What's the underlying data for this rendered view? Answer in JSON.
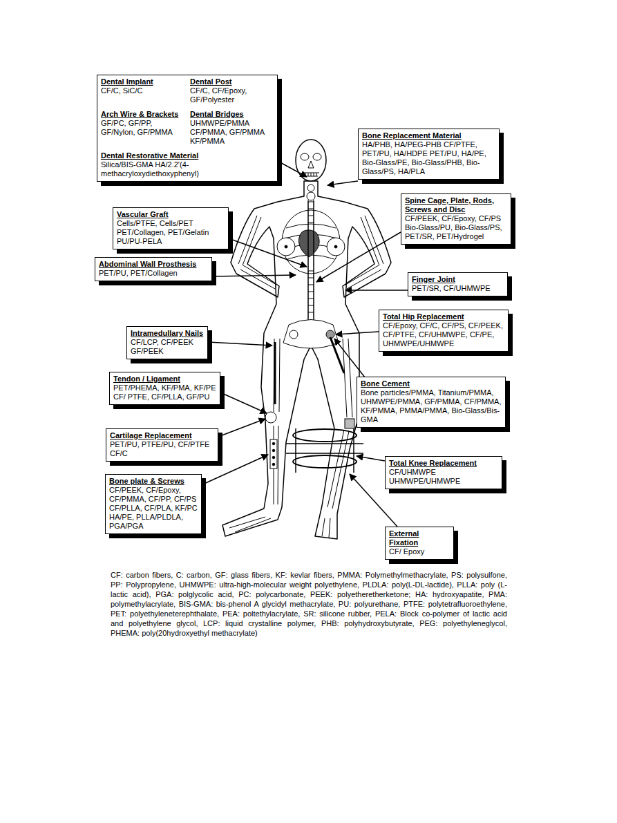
{
  "diagram": {
    "caption": "CF: carbon fibers, C: carbon, GF: glass fibers, KF: kevlar fibers, PMMA: Polymethylmethacrylate, PS: polysulfone, PP: Polypropylene, UHMWPE: ultra-high-molecular weight polyethylene, PLDLA: poly(L-DL-lactide), PLLA: poly (L-lactic acid), PGA: polglycolic acid, PC: polycarbonate, PEEK: polyetheretherketone; HA: hydroxyapatite, PMA: polymethylacrylate, BIS-GMA: bis-phenol A glycidyl methacrylate, PU: polyurethane, PTFE: polytetrafluoroethylene, PET: polyethyleneterephthalate, PEA: poltethylacrylate, SR: silicone rubber, PELA: Block co-polymer of lactic acid and polyethylene glycol, LCP: liquid crystalline polymer, PHB: polyhydroxybutyrate, PEG: polyethyleneglycol, PHEMA: poly(20hydroxyethyl methacrylate)",
    "nodes": [
      {
        "text": [
          "Dental Implant",
          "CF/C, SiC/C",
          "Dental Post",
          "CF/C, CF/Epoxy, GF/Polyester",
          "Arch Wire & Brackets",
          "GF/PC, GF/PP, GF/Nylon, GF/PMMA",
          "Dental Bridges",
          "UHMWPE/PMMA CF/PMMA, GF/PMMA KF/PMMA",
          "Dental Restorative Material",
          "Silica/BIS-GMA HA/2.2'(4-methacryloxydiethoxyphenyl)"
        ]
      },
      {
        "text": [
          "Bone Replacement Material",
          "HA/PHB, HA/PEG-PHB CF/PTFE, PET/PU, HA/HDPE PET/PU, HA/PE, Bio-Glass/PE, Bio-Glass/PHB, Bio-Glass/PS, HA/PLA"
        ]
      },
      {
        "text": [
          "Spine Cage, Plate, Rods, Screws and Disc",
          "CF/PEEK, CF/Epoxy, CF/PS Bio-Glass/PU, Bio-Glass/PS, PET/SR, PET/Hydrogel"
        ]
      },
      {
        "text": [
          "Vascular Graft",
          "Cells/PTFE, Cells/PET PET/Collagen, PET/Gelatin PU/PU-PELA"
        ]
      },
      {
        "text": [
          "Abdominal Wall Prosthesis",
          "PET/PU, PET/Collagen"
        ]
      },
      {
        "text": [
          "Finger Joint",
          "PET/SR, CF/UHMWPE"
        ]
      },
      {
        "text": [
          "Total Hip Replacement",
          "CF/Epoxy, CF/C, CF/PS, CF/PEEK, CF/PTFE, CF/UHMWPE, CF/PE, UHMWPE/UHMWPE"
        ]
      },
      {
        "text": [
          "Intramedullary Nails",
          "CF/LCP, CF/PEEK GF/PEEK"
        ]
      },
      {
        "text": [
          "Tendon / Ligament",
          "PET/PHEMA, KF/PMA, KF/PE CF/ PTFE, CF/PLLA, GF/PU"
        ]
      },
      {
        "text": [
          "Bone Cement",
          "Bone particles/PMMA, Titanium/PMMA, UHMWPE/PMMA, GF/PMMA, CF/PMMA, KF/PMMA, PMMA/PMMA, Bio-Glass/Bis-GMA"
        ]
      },
      {
        "text": [
          "Cartilage Replacement",
          "PET/PU, PTFE/PU, CF/PTFE CF/C"
        ]
      },
      {
        "text": [
          "Total Knee Replacement",
          "CF/UHMWPE UHMWPE/UHMWPE"
        ]
      },
      {
        "text": [
          "Bone plate & Screws",
          "CF/PEEK, CF/Epoxy, CF/PMMA, CF/PP, CF/PS CF/PLLA, CF/PLA, KF/PC HA/PE, PLLA/PLDLA, PGA/PGA"
        ]
      },
      {
        "text": [
          "External Fixation",
          "CF/ Epoxy"
        ]
      }
    ]
  }
}
